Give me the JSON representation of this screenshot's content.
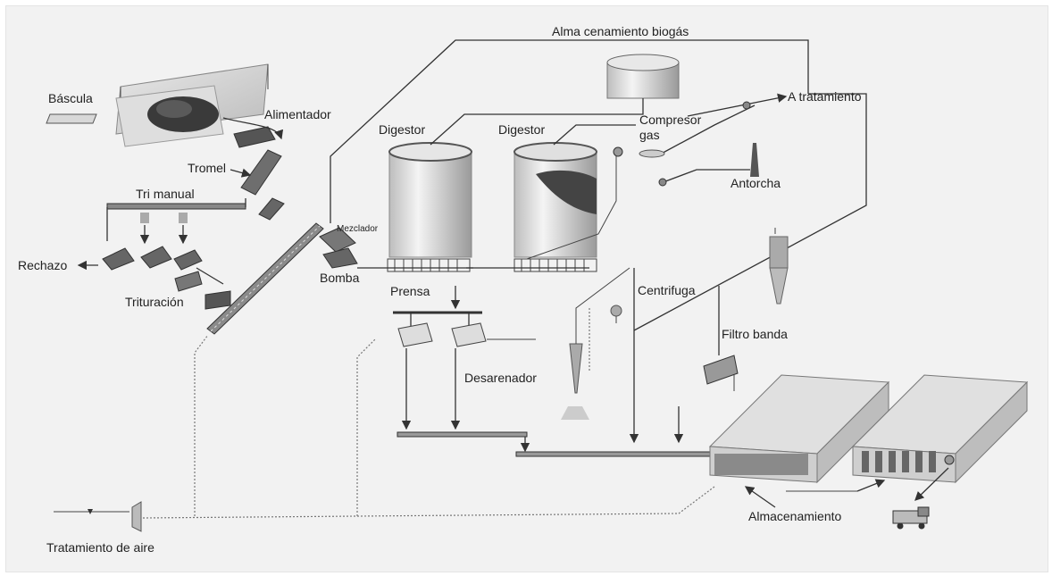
{
  "labels": {
    "bascula": "Báscula",
    "alimentador": "Alimentador",
    "tromel": "Tromel",
    "tri_manual": "Tri manual",
    "rechazo": "Rechazo",
    "trituracion": "Trituración",
    "mezclador": "Mezclador",
    "bomba": "Bomba",
    "digestor_1": "Digestor",
    "digestor_2": "Digestor",
    "almacenamiento_biogas": "Alma cenamiento biogás",
    "compresor_gas_1": "Compresor",
    "compresor_gas_2": "gas",
    "a_tratamiento": "A tratamiento",
    "antorcha": "Antorcha",
    "prensa": "Prensa",
    "centrifuga": "Centrifuga",
    "filtro_banda": "Filtro banda",
    "desarenador": "Desarenador",
    "almacenamiento": "Almacenamiento",
    "tratamiento_aire": "Tratamiento de aire"
  }
}
